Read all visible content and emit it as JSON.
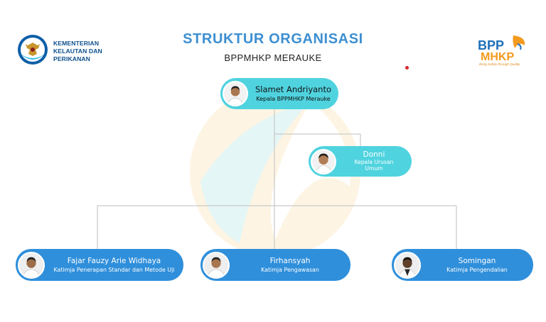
{
  "header": {
    "title": "STRUKTUR ORGANISASI",
    "subtitle": "BPPMHKP MERAUKE",
    "left_logo": {
      "icon": "kkp-garuda-emblem-icon",
      "lines": [
        "KEMENTERIAN",
        "KELAUTAN DAN",
        "PERIKANAN"
      ]
    },
    "right_logo": {
      "icon": "bppmhkp-logo-icon",
      "line1": "BPP",
      "line2": "MHKP",
      "tagline": "Bring Safety through Quality"
    }
  },
  "nodes": {
    "head": {
      "name": "Slamet Andriyanto",
      "role": "Kepala BPPMHKP Merauke"
    },
    "general_affairs": {
      "name": "Donni",
      "role": "Kepala Urusan Umum"
    },
    "team_leads": [
      {
        "name": "Fajar Fauzy Arie Widhaya",
        "role": "Katimja Penerapan Standar dan Metode Uji"
      },
      {
        "name": "Firhansyah",
        "role": "Katimja Pengawasan"
      },
      {
        "name": "Somingan",
        "role": "Katimja Pengendalian"
      }
    ]
  },
  "colors": {
    "title": "#3d8fd1",
    "head_box": "#4fd3df",
    "donni_box": "#4fd3df",
    "team_box": "#2f8fdb",
    "connector": "#c9c9c9",
    "brand_blue": "#0d4f8f",
    "brand_orange": "#f39a1e"
  }
}
